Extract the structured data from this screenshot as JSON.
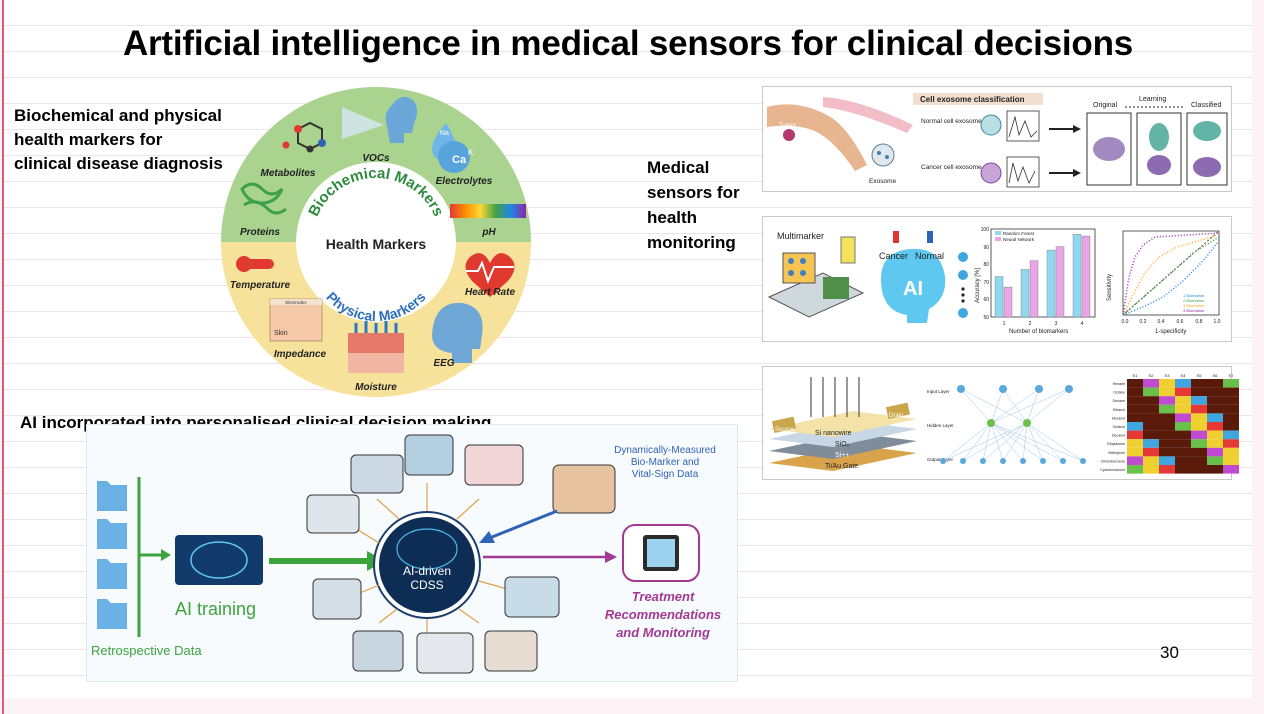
{
  "slide": {
    "title": "Artificial intelligence in medical sensors for clinical decisions",
    "page_number": "30",
    "labels": {
      "biochemical_line1": "Biochemical and physical",
      "biochemical_line2": "health markers for",
      "biochemical_line3": "clinical disease diagnosis",
      "sensors_line1": "Medical",
      "sensors_line2": "sensors for",
      "sensors_line3": "health",
      "sensors_line4": "monitoring",
      "ai_decision": "AI incorporated into personalised clinical decision making"
    }
  },
  "wheel": {
    "center": "Health Markers",
    "top_arc": "Biochemical Markers",
    "bottom_arc": "Physical Markers",
    "items": [
      "VOCs",
      "Electrolytes",
      "pH",
      "Heart Rate",
      "EEG",
      "Moisture",
      "Impedance",
      "Temperature",
      "Proteins",
      "Metabolites"
    ],
    "impedance_inner": [
      "Electrodes",
      "Skin"
    ],
    "electrolyte_symbols": [
      "Na",
      "Ca",
      "K"
    ],
    "colors": {
      "biochemical": "#a9d38f",
      "physical": "#f6e29a",
      "center": "#ffffff",
      "biochemical_text": "#2e8b3e",
      "physical_text": "#2f6fbf"
    }
  },
  "exosome_panel": {
    "title": "Cell exosome classification",
    "normal": "Normal cell exosome",
    "cancer": "Cancer cell exosome",
    "tumor": "Tumor",
    "exosome": "Exosome",
    "original": "Original",
    "learning": "Learning",
    "classified": "Classified"
  },
  "multimarker_panel": {
    "multimarker": "Multimarker",
    "cancer": "Cancer",
    "normal": "Normal",
    "ai": "AI",
    "bar_legend": [
      "Random Forest",
      "Neural Network"
    ],
    "bar_ylabel": "Accuracy [%]",
    "bar_xlabel": "Number of biomarkers",
    "bar_categories": [
      "1",
      "2",
      "3",
      "4"
    ],
    "bar_yticks": [
      "100",
      "90",
      "80",
      "70",
      "60",
      "50"
    ],
    "roc_ylabel": "Sensitivity",
    "roc_xlabel": "1-specificity",
    "roc_ticks": [
      "0.0",
      "0.2",
      "0.4",
      "0.6",
      "0.8",
      "1.0"
    ],
    "roc_legend": [
      "1 Biomarker",
      "2 Biomarker",
      "3 Biomarker",
      "4 Biomarker"
    ]
  },
  "chart_data": [
    {
      "type": "bar",
      "categories": [
        "1",
        "2",
        "3",
        "4"
      ],
      "series": [
        {
          "name": "Random Forest",
          "values": [
            73,
            77,
            88,
            97
          ]
        },
        {
          "name": "Neural Network",
          "values": [
            67,
            82,
            90,
            96
          ]
        }
      ],
      "xlabel": "Number of biomarkers",
      "ylabel": "Accuracy [%]",
      "ylim": [
        50,
        100
      ],
      "colors": [
        "#8fd8ef",
        "#e9a6e6"
      ]
    }
  ],
  "nanowire_panel": {
    "source": "Source",
    "drain": "Drain",
    "si_nanowire": "Si nanowire",
    "sio2": "SiO₂",
    "sipp": "Si++",
    "gate": "Ti/Au Gate",
    "layers": [
      "Input Layer",
      "Hidden Layer",
      "Output Layer"
    ],
    "heat_rows": [
      "Hexane",
      "Octane",
      "Decane",
      "Ethanol",
      "Hexanol",
      "Octanol",
      "Decanol",
      "Ethylamine",
      "Methylene",
      "Chlorobenzene",
      "Cyclohexanone"
    ],
    "heat_cols": [
      "S1",
      "S2",
      "S3",
      "S4",
      "S5",
      "S6",
      "S7"
    ]
  },
  "cdss": {
    "retrospective": "Retrospective Data",
    "ai_training": "AI training",
    "center_line1": "AI-driven",
    "center_line2": "CDSS",
    "dynamic_line1": "Dynamically-Measured",
    "dynamic_line2": "Bio-Marker and",
    "dynamic_line3": "Vital-Sign Data",
    "treat_line1": "Treatment",
    "treat_line2": "Recommendations",
    "treat_line3": "and Monitoring",
    "colors": {
      "green": "#3da33d",
      "purple": "#a03a93",
      "blue": "#2f63b6",
      "orange": "#e2a04a"
    }
  }
}
